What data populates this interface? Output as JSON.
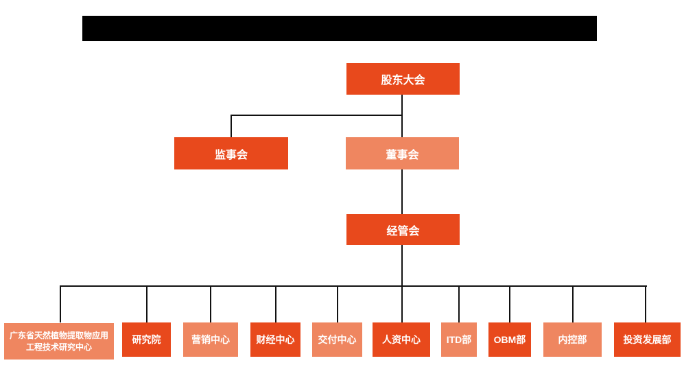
{
  "page": {
    "background": "#ffffff",
    "title_redacted": true
  },
  "colors": {
    "node_primary": "#e8491c",
    "node_secondary": "#ef8660",
    "connector_line": "#111111",
    "node_text": "#ffffff",
    "redacted_bar": "#000000"
  },
  "org_chart": {
    "root": {
      "label": "股东大会"
    },
    "level2": [
      {
        "label": "监事会"
      },
      {
        "label": "董事会"
      }
    ],
    "level3": [
      {
        "label": "经管会"
      }
    ],
    "departments": [
      {
        "label": "广东省天然植物提取物应用工程技术研究中心"
      },
      {
        "label": "研究院"
      },
      {
        "label": "营销中心"
      },
      {
        "label": "财经中心"
      },
      {
        "label": "交付中心"
      },
      {
        "label": "人资中心"
      },
      {
        "label": "ITD部"
      },
      {
        "label": "OBM部"
      },
      {
        "label": "内控部"
      },
      {
        "label": "投资发展部"
      }
    ]
  }
}
